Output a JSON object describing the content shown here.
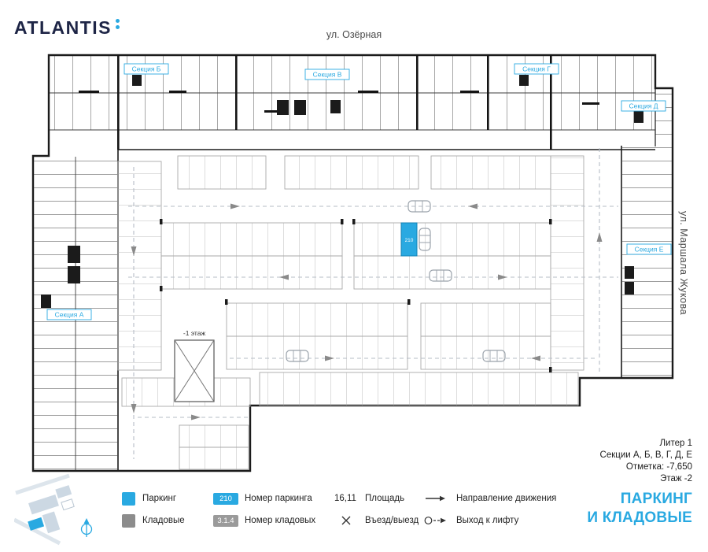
{
  "brand": {
    "name": "ATLANTIS"
  },
  "streets": {
    "top": "ул. Озёрная",
    "right": "ул. Маршала Жукова"
  },
  "plan": {
    "sections": {
      "a": "Секция А",
      "b": "Секция Б",
      "v": "Секция В",
      "g": "Секция Г",
      "d": "Секция Д",
      "e": "Секция Е"
    },
    "ramp_label": "-1 этаж",
    "selected_spot": "210"
  },
  "info": {
    "liter": "Литер 1",
    "sections_list": "Секции А, Б, В, Г, Д, Е",
    "elevation": "Отметка: -7,650",
    "floor": "Этаж -2"
  },
  "title": {
    "line1": "ПАРКИНГ",
    "line2": "И КЛАДОВЫЕ"
  },
  "legend": {
    "parking_label": "Паркинг",
    "storage_label": "Кладовые",
    "parking_badge": "210",
    "parking_number_label": "Номер паркинга",
    "storage_badge": "3.1.4",
    "storage_number_label": "Номер кладовых",
    "area_value": "16,11",
    "area_label": "Площадь",
    "entry_label": "Въезд/выезд",
    "direction_label": "Направление движения",
    "lift_label": "Выход к лифту"
  },
  "colors": {
    "accent": "#29A9E1",
    "storage_gray": "#8C8C8C",
    "navy": "#1E2546"
  }
}
